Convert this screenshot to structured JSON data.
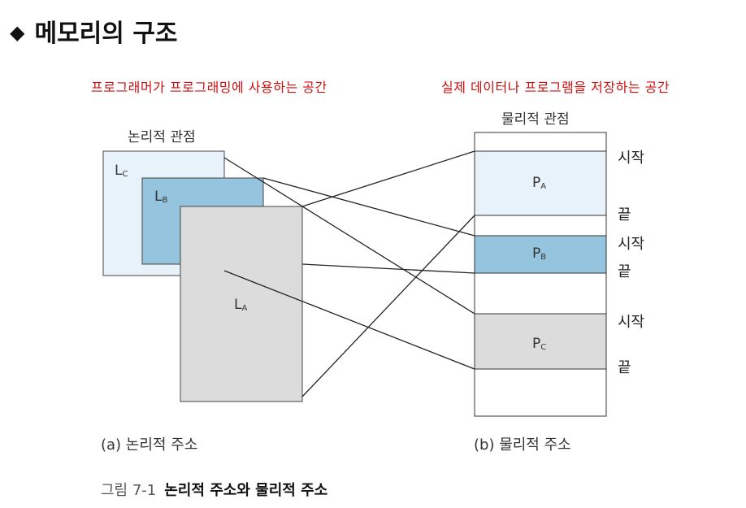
{
  "title": {
    "bullet": "◆",
    "text": "메모리의 구조"
  },
  "annotations": {
    "left": "프로그래머가 프로그래밍에 사용하는 공간",
    "right": "실제 데이터나 프로그램을 저장하는 공간"
  },
  "logical": {
    "heading": "논리적 관점",
    "blocks": [
      {
        "letter": "L",
        "sub": "C",
        "color": "#e8f2fa"
      },
      {
        "letter": "L",
        "sub": "B",
        "color": "#94c4de"
      },
      {
        "letter": "L",
        "sub": "A",
        "color": "#dcdcdc"
      }
    ],
    "caption": "(a) 논리적 주소"
  },
  "physical": {
    "heading": "물리적 관점",
    "segments": [
      {
        "letter": "P",
        "sub": "A",
        "color": "#e8f2fa",
        "start": "시작",
        "end": "끝"
      },
      {
        "letter": "P",
        "sub": "B",
        "color": "#94c4de",
        "start": "시작",
        "end": "끝"
      },
      {
        "letter": "P",
        "sub": "C",
        "color": "#dcdcdc",
        "start": "시작",
        "end": "끝"
      }
    ],
    "caption": "(b) 물리적 주소"
  },
  "figure_caption": {
    "number": "그림 7-1",
    "text": "논리적 주소와 물리적 주소"
  }
}
